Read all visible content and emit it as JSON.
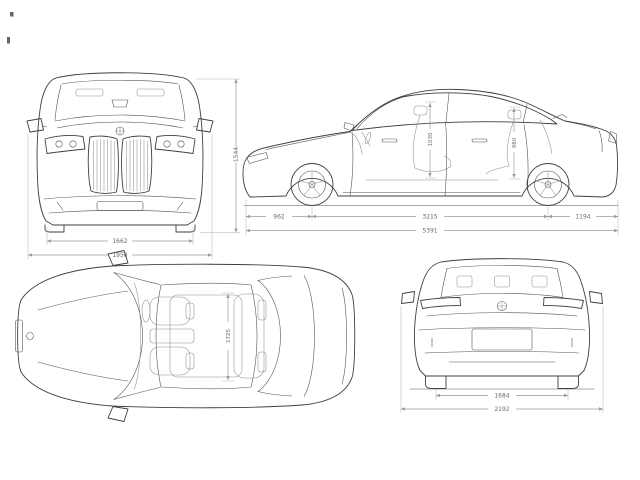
{
  "page": {
    "background": "#ffffff",
    "line_color": "#3f3f3f",
    "dimension_line_color": "#9a9a9a",
    "dimension_text_color": "#6a6a6a"
  },
  "views": {
    "front": {
      "dims": {
        "track_width_mm": "1662",
        "overall_width_mm": "1950",
        "overall_height_mm": "1544"
      }
    },
    "side": {
      "dims": {
        "front_overhang_mm": "962",
        "wheelbase_mm": "3215",
        "rear_overhang_mm": "1194",
        "overall_length_mm": "5391",
        "front_headroom_mm": "1030",
        "rear_headroom_mm": "980"
      }
    },
    "top": {
      "dims": {
        "interior_width_mm": "1725"
      }
    },
    "rear": {
      "dims": {
        "track_width_mm": "1684",
        "width_incl_mirrors_mm": "2192"
      }
    }
  }
}
